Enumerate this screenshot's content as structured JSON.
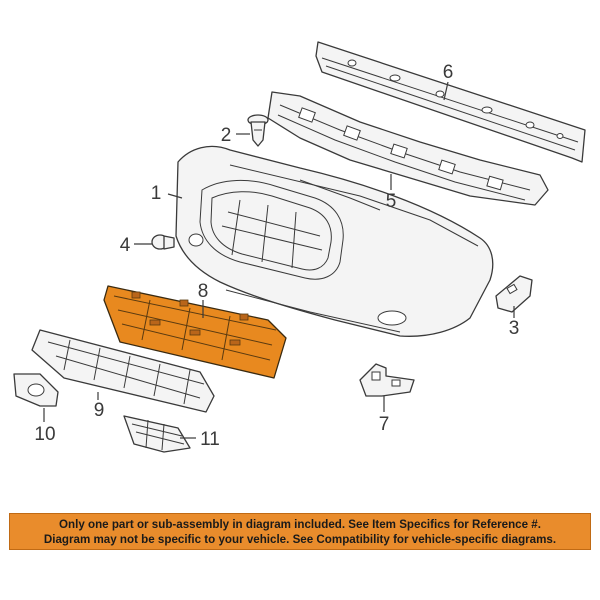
{
  "callouts": {
    "c1": "1",
    "c2": "2",
    "c3": "3",
    "c4": "4",
    "c5": "5",
    "c6": "6",
    "c7": "7",
    "c8": "8",
    "c9": "9",
    "c10": "10",
    "c11": "11"
  },
  "highlighted_part": "8",
  "notice": {
    "line1": "Only one part or sub-assembly in diagram included. See Item Specifics for Reference #.",
    "line2": "Diagram may not be specific to your vehicle. See Compatibility for vehicle-specific diagrams."
  },
  "colors": {
    "highlight": "#e8891f",
    "notice_background": "#e98c2c",
    "line": "#3a3a3a"
  }
}
